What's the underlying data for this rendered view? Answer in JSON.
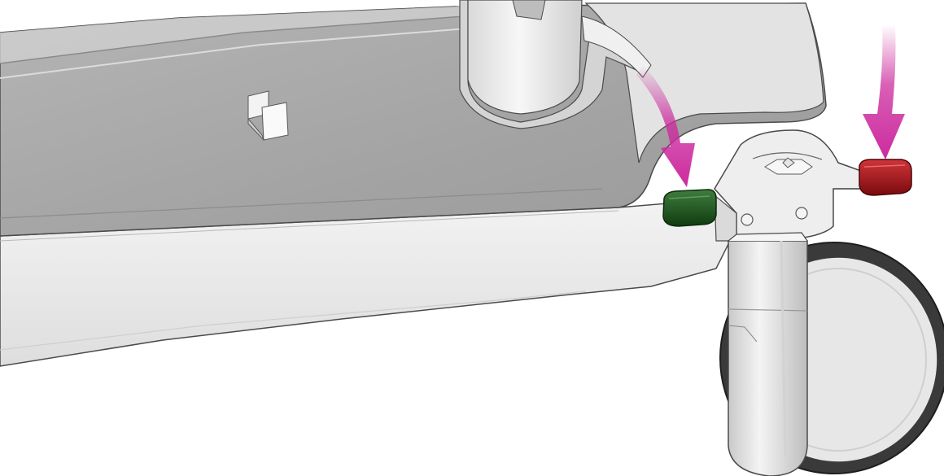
{
  "figure": {
    "background": "#ffffff",
    "colors": {
      "base_top": "#a4a4a4",
      "base_top_light": "#bdbdbd",
      "base_front": "#e6e6e6",
      "base_outline": "#4a4a4a",
      "hub_shell": "#efefef",
      "wheel_tire": "#3a3a3a",
      "wheel_face": "#e7e7e7",
      "lock_pedal_green": "#1f5a1f",
      "release_pedal_red": "#a30f13",
      "arrow_magenta": "#cc2a9e"
    }
  },
  "callouts": [
    {
      "name": "lock-pedal-arrow",
      "points_to": "lock-pedal",
      "icon": "down-arrow-icon"
    },
    {
      "name": "release-pedal-arrow",
      "points_to": "release-pedal",
      "icon": "down-arrow-icon"
    }
  ],
  "parts": [
    {
      "name": "cart-base",
      "shown": true
    },
    {
      "name": "column-socket",
      "shown": true
    },
    {
      "name": "cable-clip",
      "shown": true
    },
    {
      "name": "caster-bracket",
      "shown": true
    },
    {
      "name": "lock-pedal",
      "state_color": "green"
    },
    {
      "name": "release-pedal",
      "state_color": "red"
    },
    {
      "name": "caster-wheel",
      "shown": true
    }
  ]
}
